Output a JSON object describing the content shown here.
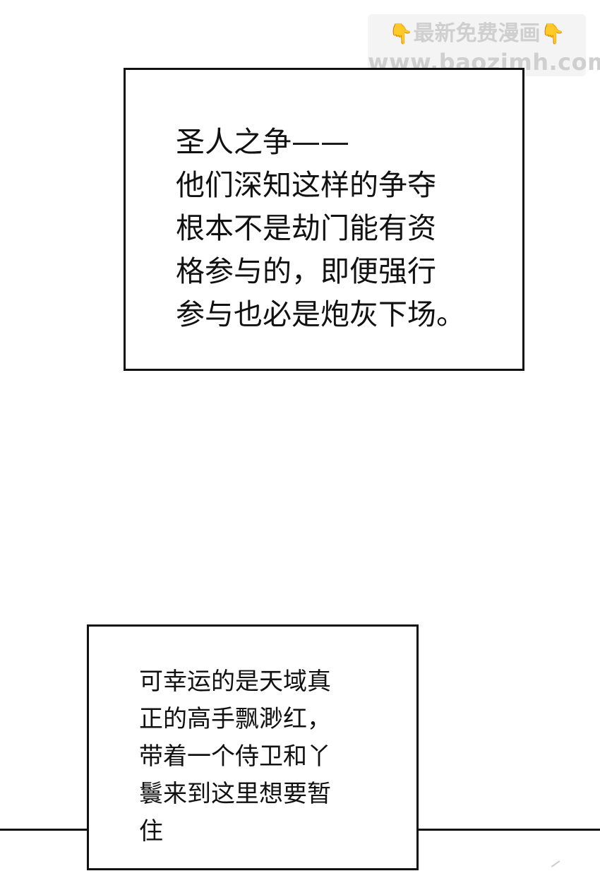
{
  "watermark": {
    "icon": "pointing-down-hand-icon",
    "icon_glyph": "👇",
    "title": "最新免费漫画",
    "url": "www.baozimh.com"
  },
  "panels": [
    {
      "lines": [
        "圣人之争——",
        "他们深知这样的争夺",
        "根本不是劫门能有资",
        "格参与的，即便强行",
        "参与也必是炮灰下场。"
      ]
    },
    {
      "lines": [
        "可幸运的是天域真",
        "正的高手飘渺红，",
        "带着一个侍卫和丫",
        "鬟来到这里想要暂",
        "住"
      ]
    }
  ]
}
